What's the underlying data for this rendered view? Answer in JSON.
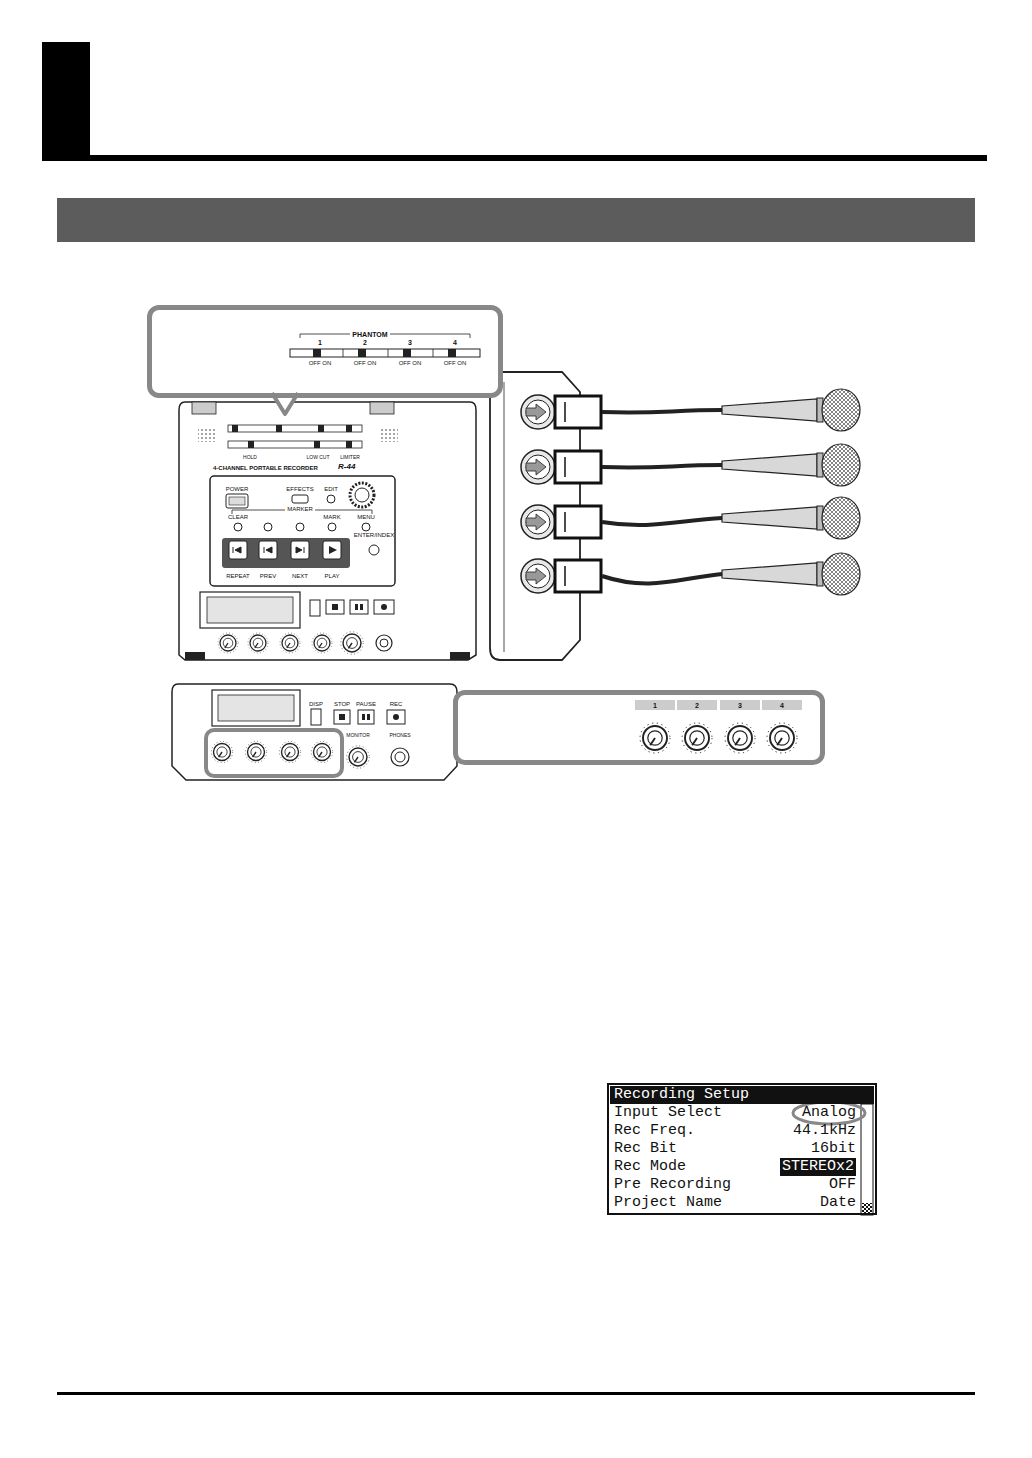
{
  "diagram": {
    "nodes": [
      {
        "text": [
          "PHANTOM",
          "1",
          "2",
          "3",
          "4",
          "OFF ON",
          "OFF ON",
          "OFF ON",
          "OFF ON"
        ]
      },
      {
        "text": [
          "1",
          "2",
          "3",
          "4"
        ]
      },
      {
        "text": [
          "Recording Setup",
          "Input Select",
          "Analog",
          "Rec Freq.",
          "44.1kHz",
          "Rec Bit",
          "16bit",
          "Rec Mode",
          "STEREOx2",
          "Pre Recording",
          "OFF",
          "Project Name",
          "Date"
        ]
      }
    ],
    "labels": [
      "4-CHANNEL PORTABLE RECORDER",
      "R-44",
      "POWER",
      "EFFECTS",
      "EDIT",
      "MARKER",
      "CLEAR",
      "MARK",
      "MENU",
      "ENTER/INDEX",
      "REPEAT",
      "PREV",
      "NEXT",
      "PLAY",
      "HOLD",
      "LOW CUT",
      "LIMITER",
      "DISP",
      "STOP",
      "PAUSE",
      "REC",
      "MONITOR",
      "PHONES"
    ]
  }
}
